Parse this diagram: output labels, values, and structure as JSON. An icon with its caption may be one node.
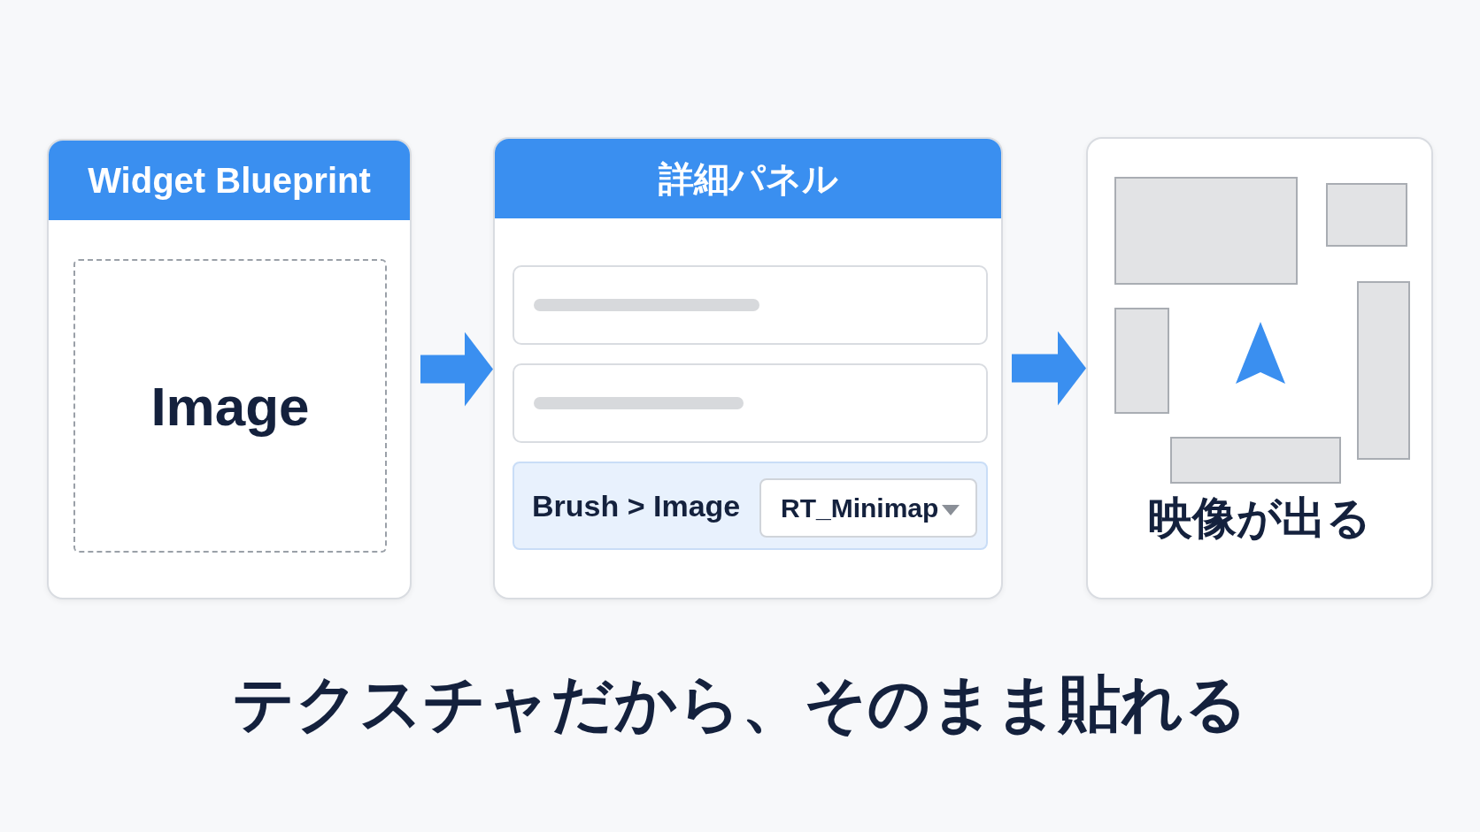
{
  "diagram": {
    "caption": "テクスチャだから、そのまま貼れる",
    "nodes": [
      {
        "text": [
          "Widget Blueprint"
        ]
      },
      {
        "text": [
          "Image"
        ],
        "in": 0
      },
      {
        "text": [
          "詳細パネル"
        ]
      },
      {
        "text": [],
        "shape": "box",
        "in": 2
      },
      {
        "text": [],
        "shape": "box",
        "in": 2
      },
      {
        "text": [
          "Brush > Image"
        ],
        "in": 2
      },
      {
        "text": [
          "RT_Minimap"
        ],
        "in": 5
      },
      {
        "text": [
          "映像が出る"
        ]
      }
    ],
    "edges": [
      {
        "from": 0,
        "to": 2,
        "arrow": "to"
      },
      {
        "from": 2,
        "to": 7,
        "arrow": "to"
      }
    ]
  }
}
